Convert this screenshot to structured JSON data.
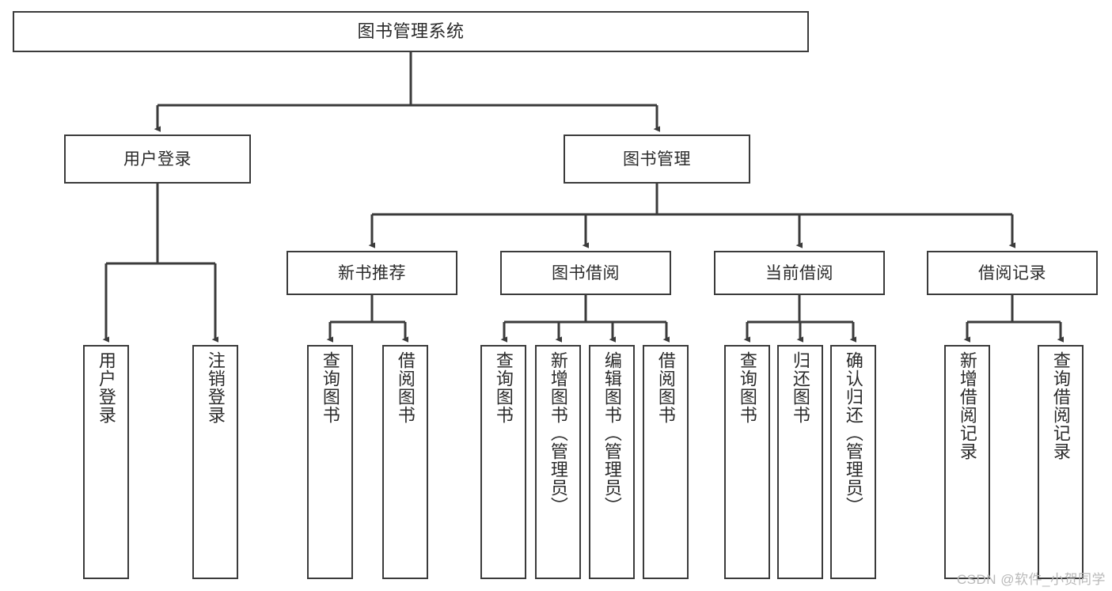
{
  "diagram": {
    "title": "图书管理系统",
    "type": "tree",
    "watermark": "CSDN @软件_小贺同学",
    "colors": {
      "node_border": "#3b3b3b",
      "node_fill": "#ffffff",
      "edge": "#3b3b3b",
      "text": "#2b2b2b",
      "watermark": "#b9b9b9",
      "background": "#ffffff"
    },
    "nodes": {
      "root": {
        "label": "图书管理系统",
        "level": 1
      },
      "branch_user_login": {
        "label": "用户登录",
        "level": 2
      },
      "branch_book_mgmt": {
        "label": "图书管理",
        "level": 2
      },
      "group_new_book": {
        "label": "新书推荐",
        "level": 3
      },
      "group_borrow": {
        "label": "图书借阅",
        "level": 3
      },
      "group_current_borrow": {
        "label": "当前借阅",
        "level": 3
      },
      "group_borrow_record": {
        "label": "借阅记录",
        "level": 3
      },
      "leaf_user_login": {
        "label": "用户登录",
        "level": 4
      },
      "leaf_user_logout": {
        "label": "注销登录",
        "level": 4
      },
      "leaf_nb_query_book": {
        "label": "查询图书",
        "level": 4
      },
      "leaf_nb_borrow_book": {
        "label": "借阅图书",
        "level": 4
      },
      "leaf_bw_query_book": {
        "label": "查询图书",
        "level": 4
      },
      "leaf_bw_add_book": {
        "label": "新增图书（管理员）",
        "level": 4
      },
      "leaf_bw_edit_book": {
        "label": "编辑图书（管理员）",
        "level": 4
      },
      "leaf_bw_borrow_book": {
        "label": "借阅图书",
        "level": 4
      },
      "leaf_cb_query_book": {
        "label": "查询图书",
        "level": 4
      },
      "leaf_cb_return_book": {
        "label": "归还图书",
        "level": 4
      },
      "leaf_cb_confirm_return": {
        "label": "确认归还（管理员）",
        "level": 4
      },
      "leaf_br_add_record": {
        "label": "新增借阅记录",
        "level": 4
      },
      "leaf_br_query_record": {
        "label": "查询借阅记录",
        "level": 4
      }
    },
    "edges": [
      {
        "from": "root",
        "to": "branch_user_login"
      },
      {
        "from": "root",
        "to": "branch_book_mgmt"
      },
      {
        "from": "branch_user_login",
        "to": "leaf_user_login"
      },
      {
        "from": "branch_user_login",
        "to": "leaf_user_logout"
      },
      {
        "from": "branch_book_mgmt",
        "to": "group_new_book"
      },
      {
        "from": "branch_book_mgmt",
        "to": "group_borrow"
      },
      {
        "from": "branch_book_mgmt",
        "to": "group_current_borrow"
      },
      {
        "from": "branch_book_mgmt",
        "to": "group_borrow_record"
      },
      {
        "from": "group_new_book",
        "to": "leaf_nb_query_book"
      },
      {
        "from": "group_new_book",
        "to": "leaf_nb_borrow_book"
      },
      {
        "from": "group_borrow",
        "to": "leaf_bw_query_book"
      },
      {
        "from": "group_borrow",
        "to": "leaf_bw_add_book"
      },
      {
        "from": "group_borrow",
        "to": "leaf_bw_edit_book"
      },
      {
        "from": "group_borrow",
        "to": "leaf_bw_borrow_book"
      },
      {
        "from": "group_current_borrow",
        "to": "leaf_cb_query_book"
      },
      {
        "from": "group_current_borrow",
        "to": "leaf_cb_return_book"
      },
      {
        "from": "group_current_borrow",
        "to": "leaf_cb_confirm_return"
      },
      {
        "from": "group_borrow_record",
        "to": "leaf_br_add_record"
      },
      {
        "from": "group_borrow_record",
        "to": "leaf_br_query_record"
      }
    ]
  }
}
